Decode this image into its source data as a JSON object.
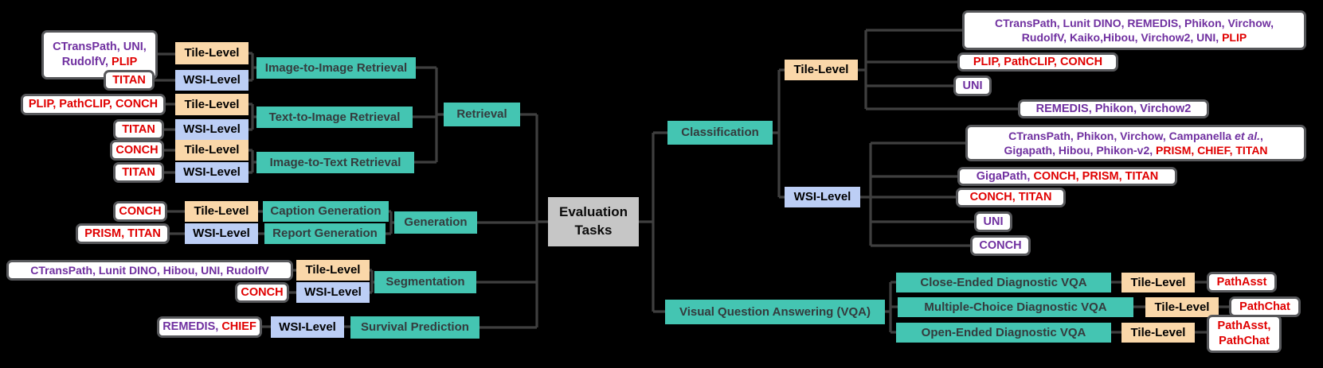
{
  "colors": {
    "teal": "#44c5b2",
    "orange": "#fad7a9",
    "blue": "#bccef5",
    "gray": "#c6c6c6",
    "purple": "#7030a0",
    "red": "#e00000",
    "line": "#3f3f3f",
    "task_text": "#343b3d"
  },
  "levels": {
    "tile": "Tile-Level",
    "wsi": "WSI-Level"
  },
  "root": {
    "label": "Evaluation\nTasks"
  },
  "left": {
    "retrieval": {
      "label": "Retrieval",
      "image_to_image": {
        "label": "Image-to-Image Retrieval",
        "tile_models": [
          {
            "text": "CTransPath, UNI,\nRudolfV, ",
            "color": "purple"
          },
          {
            "text": "PLIP",
            "color": "red"
          }
        ],
        "wsi_models": [
          {
            "text": "TITAN",
            "color": "red"
          }
        ]
      },
      "text_to_image": {
        "label": "Text-to-Image Retrieval",
        "tile_models": [
          {
            "text": "PLIP, PathCLIP, CONCH",
            "color": "red"
          }
        ],
        "wsi_models": [
          {
            "text": "TITAN",
            "color": "red"
          }
        ]
      },
      "image_to_text": {
        "label": "Image-to-Text Retrieval",
        "tile_models": [
          {
            "text": "CONCH",
            "color": "red"
          }
        ],
        "wsi_models": [
          {
            "text": "TITAN",
            "color": "red"
          }
        ]
      }
    },
    "generation": {
      "label": "Generation",
      "caption": {
        "label": "Caption Generation",
        "tile_models": [
          {
            "text": "CONCH",
            "color": "red"
          }
        ]
      },
      "report": {
        "label": "Report Generation",
        "wsi_models": [
          {
            "text": "PRISM, TITAN",
            "color": "red"
          }
        ]
      }
    },
    "segmentation": {
      "label": "Segmentation",
      "tile_models": [
        {
          "text": "CTransPath, Lunit DINO, Hibou, UNI, RudolfV",
          "color": "purple"
        }
      ],
      "wsi_models": [
        {
          "text": "CONCH",
          "color": "red"
        }
      ]
    },
    "survival": {
      "label": "Survival Prediction",
      "wsi_models": [
        {
          "text": "REMEDIS, ",
          "color": "purple"
        },
        {
          "text": "CHIEF",
          "color": "red"
        }
      ]
    }
  },
  "right": {
    "classification": {
      "label": "Classification",
      "tile_groups": [
        [
          {
            "text": "CTransPath, Lunit DINO, REMEDIS, Phikon, Virchow,\nRudolfV, Kaiko,Hibou, Virchow2, UNI, ",
            "color": "purple"
          },
          {
            "text": "PLIP",
            "color": "red"
          }
        ],
        [
          {
            "text": "PLIP, PathCLIP, CONCH",
            "color": "red"
          }
        ],
        [
          {
            "text": "UNI",
            "color": "purple"
          }
        ],
        [
          {
            "text": "REMEDIS, Phikon, Virchow2",
            "color": "purple"
          }
        ]
      ],
      "wsi_groups": [
        [
          {
            "text": "CTransPath, Phikon, Virchow, Campanella ",
            "color": "purple"
          },
          {
            "text": "et al.",
            "color": "purple",
            "italic": true
          },
          {
            "text": ",\nGigapath, Hibou, Phikon-v2, ",
            "color": "purple"
          },
          {
            "text": "PRISM, CHIEF, TITAN",
            "color": "red"
          }
        ],
        [
          {
            "text": "GigaPath, ",
            "color": "purple"
          },
          {
            "text": "CONCH, PRISM, TITAN",
            "color": "red"
          }
        ],
        [
          {
            "text": "CONCH, TITAN",
            "color": "red"
          }
        ],
        [
          {
            "text": "UNI",
            "color": "purple"
          }
        ],
        [
          {
            "text": "CONCH",
            "color": "purple"
          }
        ]
      ]
    },
    "vqa": {
      "label": "Visual Question Answering (VQA)",
      "close_ended": {
        "label": "Close-Ended Diagnostic VQA",
        "models": [
          {
            "text": "PathAsst",
            "color": "red"
          }
        ]
      },
      "multiple_choice": {
        "label": "Multiple-Choice Diagnostic VQA",
        "models": [
          {
            "text": "PathChat",
            "color": "red"
          }
        ]
      },
      "open_ended": {
        "label": "Open-Ended Diagnostic VQA",
        "models": [
          {
            "text": "PathAsst,\nPathChat",
            "color": "red"
          }
        ]
      }
    }
  }
}
